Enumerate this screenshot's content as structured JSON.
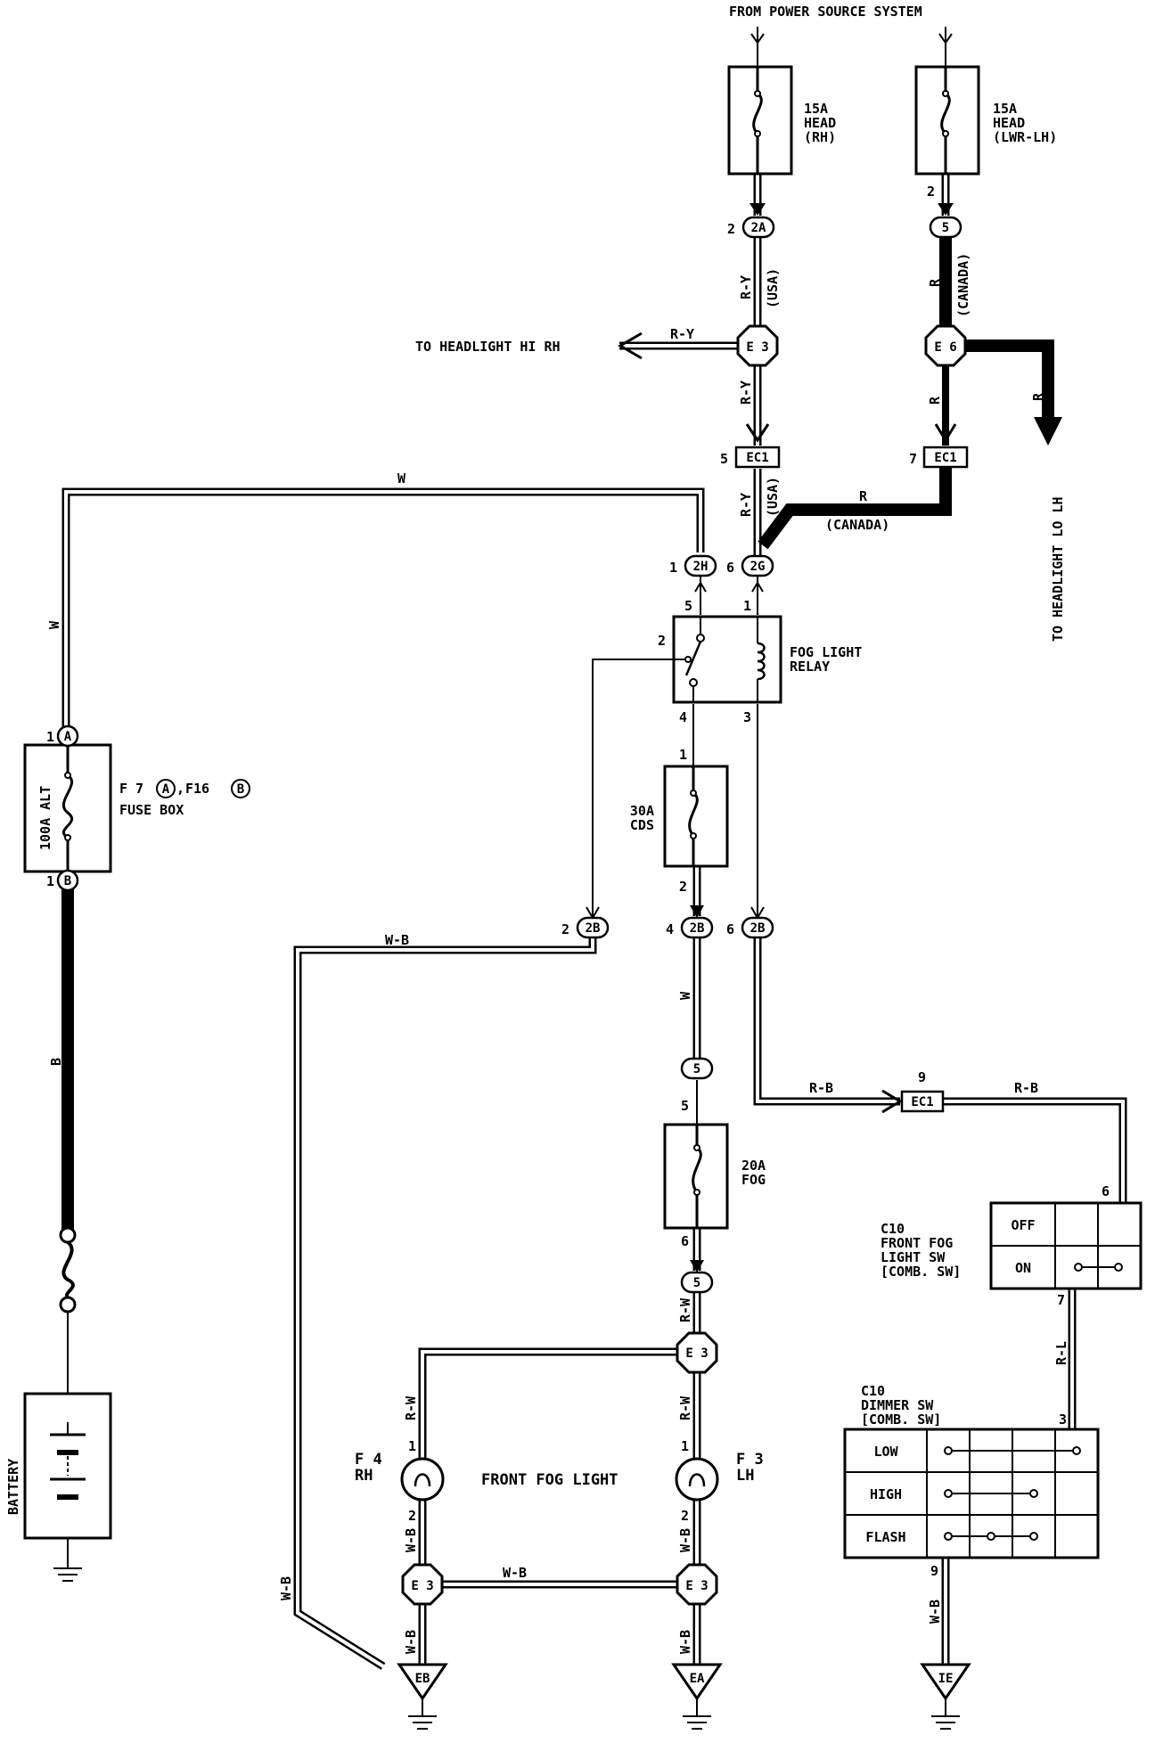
{
  "source": {
    "label": "FROM POWER SOURCE SYSTEM"
  },
  "fuses": {
    "head_rh": {
      "amp": "15A",
      "name": "HEAD",
      "sub": "(RH)"
    },
    "head_lh": {
      "amp": "15A",
      "name": "HEAD",
      "sub": "(LWR-LH)"
    },
    "alt": {
      "label": "100A ALT"
    },
    "cds": {
      "amp": "30A",
      "name": "CDS"
    },
    "fog": {
      "amp": "20A",
      "name": "FOG"
    }
  },
  "fuse_box": {
    "id_1": "F 7",
    "conn_a": "A",
    "sep": ",",
    "id_2": "F16",
    "conn_b": "B",
    "label": "FUSE BOX"
  },
  "relay": {
    "line1": "FOG LIGHT",
    "line2": "RELAY"
  },
  "connectors": {
    "c2A": "2A",
    "c5": "5",
    "cE3": "E 3",
    "cE6": "E 6",
    "cEC1": "EC1",
    "c2H": "2H",
    "c2G": "2G",
    "c2B": "2B",
    "cA": "A",
    "cB": "B",
    "cE3b": "E 3",
    "cE3c": "E 3",
    "cE3d": "E 3",
    "c5a": "5",
    "c5b": "5"
  },
  "pins": {
    "p2a": "2",
    "p2b": "2",
    "p5": "5",
    "p7": "7",
    "p1": "1",
    "p6": "6",
    "p1r": "1",
    "p5r": "5",
    "p2r": "2",
    "p4r": "4",
    "p3r": "3",
    "p1c": "1",
    "p2c": "2",
    "p2d": "2",
    "p4d": "4",
    "p6d": "6",
    "p5f": "5",
    "p6f": "6",
    "p9": "9",
    "p6s": "6",
    "p7s": "7",
    "p3s": "3",
    "p1f": "1",
    "p2f": "2",
    "p1g": "1",
    "p2g": "2",
    "p9d": "9",
    "p1alt": "1",
    "p1altb": "1"
  },
  "wires": {
    "ry": "R-Y",
    "usa": "(USA)",
    "r": "R",
    "canada": "(CANADA)",
    "w": "W",
    "b": "B",
    "wb": "W-B",
    "rb": "R-B",
    "rw": "R-W",
    "rl": "R-L"
  },
  "destinations": {
    "hi_rh": "TO HEADLIGHT HI RH",
    "lo_lh": "TO HEADLIGHT LO LH"
  },
  "fog_switch": {
    "id": "C10",
    "l1": "FRONT FOG",
    "l2": "LIGHT SW",
    "l3": "[COMB. SW]",
    "off": "OFF",
    "on": "ON"
  },
  "dimmer_switch": {
    "id": "C10",
    "l1": "DIMMER SW",
    "l2": "[COMB. SW]",
    "low": "LOW",
    "high": "HIGH",
    "flash": "FLASH"
  },
  "fog_lights": {
    "title": "FRONT FOG LIGHT",
    "rh_id": "F 4",
    "rh": "RH",
    "lh_id": "F 3",
    "lh": "LH"
  },
  "battery": {
    "label": "BATTERY"
  },
  "grounds": {
    "eb": "EB",
    "ea": "EA",
    "ie": "IE"
  }
}
